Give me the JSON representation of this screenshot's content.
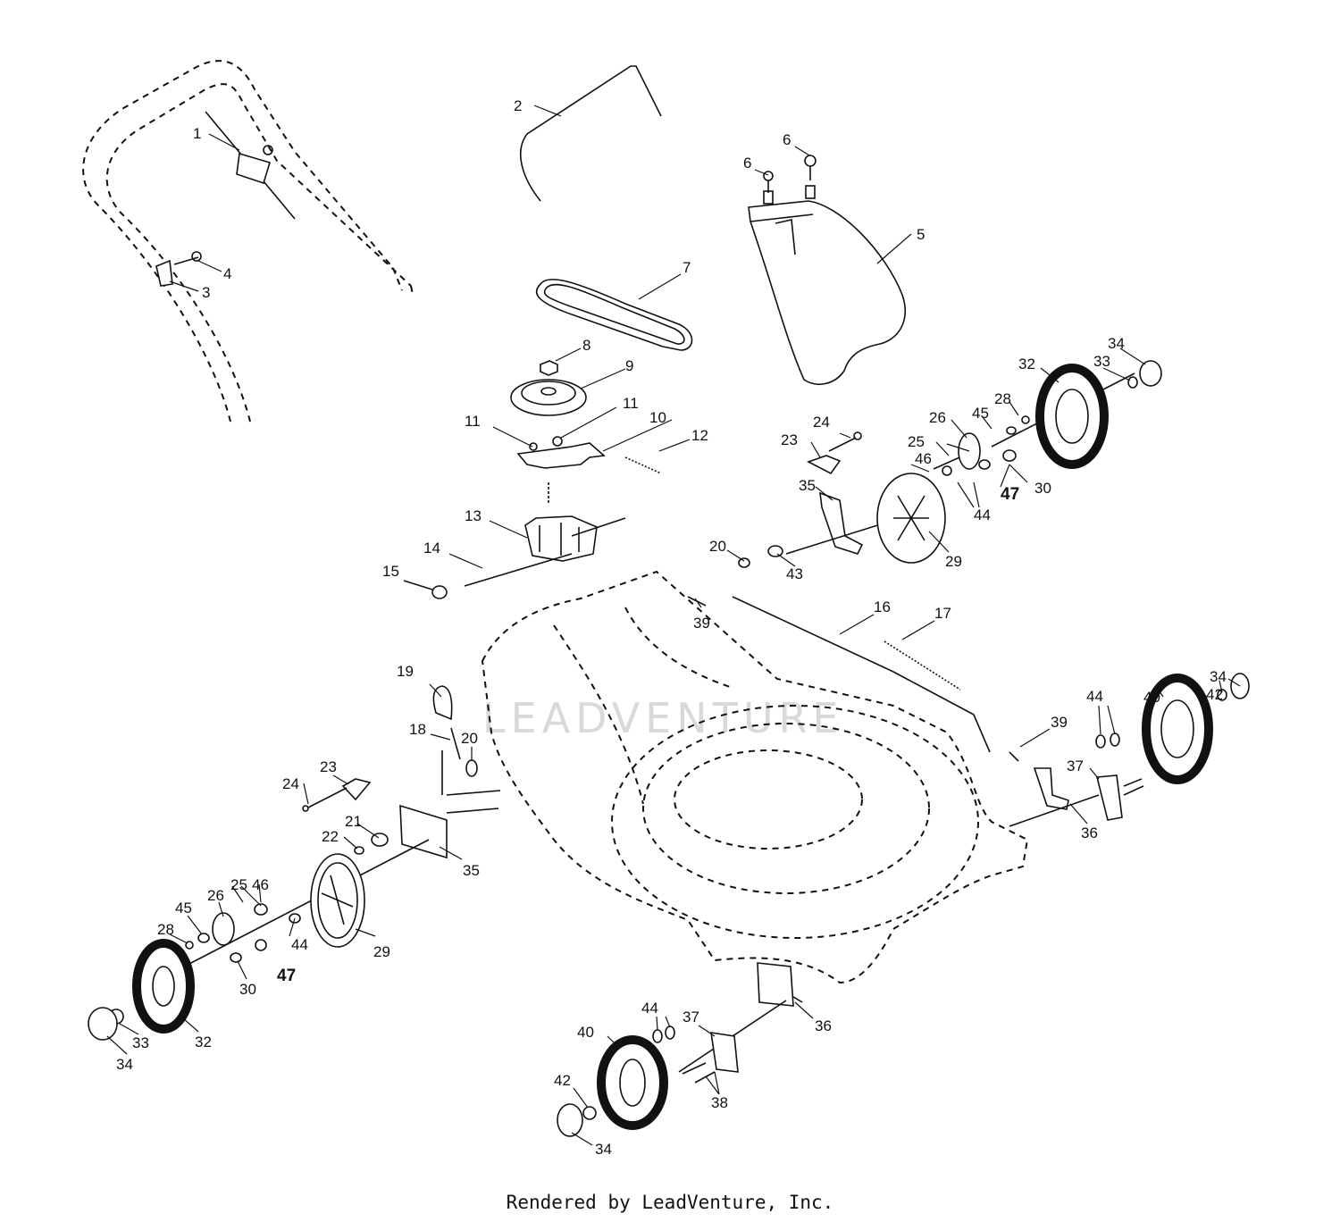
{
  "diagram": {
    "watermark_text": "LEADVENTURE",
    "footer_text": "Rendered by LeadVenture, Inc.",
    "callouts": [
      {
        "id": "c1",
        "label": "1"
      },
      {
        "id": "c2",
        "label": "2"
      },
      {
        "id": "c3",
        "label": "3"
      },
      {
        "id": "c4",
        "label": "4"
      },
      {
        "id": "c5",
        "label": "5"
      },
      {
        "id": "c6a",
        "label": "6"
      },
      {
        "id": "c6b",
        "label": "6"
      },
      {
        "id": "c7",
        "label": "7"
      },
      {
        "id": "c8",
        "label": "8"
      },
      {
        "id": "c9",
        "label": "9"
      },
      {
        "id": "c10",
        "label": "10"
      },
      {
        "id": "c11a",
        "label": "11"
      },
      {
        "id": "c11b",
        "label": "11"
      },
      {
        "id": "c12",
        "label": "12"
      },
      {
        "id": "c13",
        "label": "13"
      },
      {
        "id": "c14",
        "label": "14"
      },
      {
        "id": "c15",
        "label": "15"
      },
      {
        "id": "c16",
        "label": "16"
      },
      {
        "id": "c17",
        "label": "17"
      },
      {
        "id": "c18",
        "label": "18"
      },
      {
        "id": "c19",
        "label": "19"
      },
      {
        "id": "c20a",
        "label": "20"
      },
      {
        "id": "c20b",
        "label": "20"
      },
      {
        "id": "c21",
        "label": "21"
      },
      {
        "id": "c22",
        "label": "22"
      },
      {
        "id": "c23a",
        "label": "23"
      },
      {
        "id": "c23b",
        "label": "23"
      },
      {
        "id": "c24a",
        "label": "24"
      },
      {
        "id": "c24b",
        "label": "24"
      },
      {
        "id": "c25a",
        "label": "25"
      },
      {
        "id": "c25b",
        "label": "25"
      },
      {
        "id": "c26a",
        "label": "26"
      },
      {
        "id": "c26b",
        "label": "26"
      },
      {
        "id": "c28a",
        "label": "28"
      },
      {
        "id": "c28b",
        "label": "28"
      },
      {
        "id": "c29a",
        "label": "29"
      },
      {
        "id": "c29b",
        "label": "29"
      },
      {
        "id": "c30a",
        "label": "30"
      },
      {
        "id": "c30b",
        "label": "30"
      },
      {
        "id": "c32a",
        "label": "32"
      },
      {
        "id": "c32b",
        "label": "32"
      },
      {
        "id": "c33a",
        "label": "33"
      },
      {
        "id": "c33b",
        "label": "33"
      },
      {
        "id": "c34a",
        "label": "34"
      },
      {
        "id": "c34b",
        "label": "34"
      },
      {
        "id": "c34c",
        "label": "34"
      },
      {
        "id": "c34d",
        "label": "34"
      },
      {
        "id": "c35a",
        "label": "35"
      },
      {
        "id": "c35b",
        "label": "35"
      },
      {
        "id": "c36a",
        "label": "36"
      },
      {
        "id": "c36b",
        "label": "36"
      },
      {
        "id": "c37a",
        "label": "37"
      },
      {
        "id": "c37b",
        "label": "37"
      },
      {
        "id": "c38",
        "label": "38"
      },
      {
        "id": "c39a",
        "label": "39"
      },
      {
        "id": "c39b",
        "label": "39"
      },
      {
        "id": "c40a",
        "label": "40"
      },
      {
        "id": "c40b",
        "label": "40"
      },
      {
        "id": "c42a",
        "label": "42"
      },
      {
        "id": "c42b",
        "label": "42"
      },
      {
        "id": "c43",
        "label": "43"
      },
      {
        "id": "c44a",
        "label": "44"
      },
      {
        "id": "c44b",
        "label": "44"
      },
      {
        "id": "c44c",
        "label": "44"
      },
      {
        "id": "c44d",
        "label": "44"
      },
      {
        "id": "c45a",
        "label": "45"
      },
      {
        "id": "c45b",
        "label": "45"
      },
      {
        "id": "c46a",
        "label": "46"
      },
      {
        "id": "c46b",
        "label": "46"
      },
      {
        "id": "c47a",
        "label": "47"
      },
      {
        "id": "c47b",
        "label": "47"
      }
    ]
  }
}
